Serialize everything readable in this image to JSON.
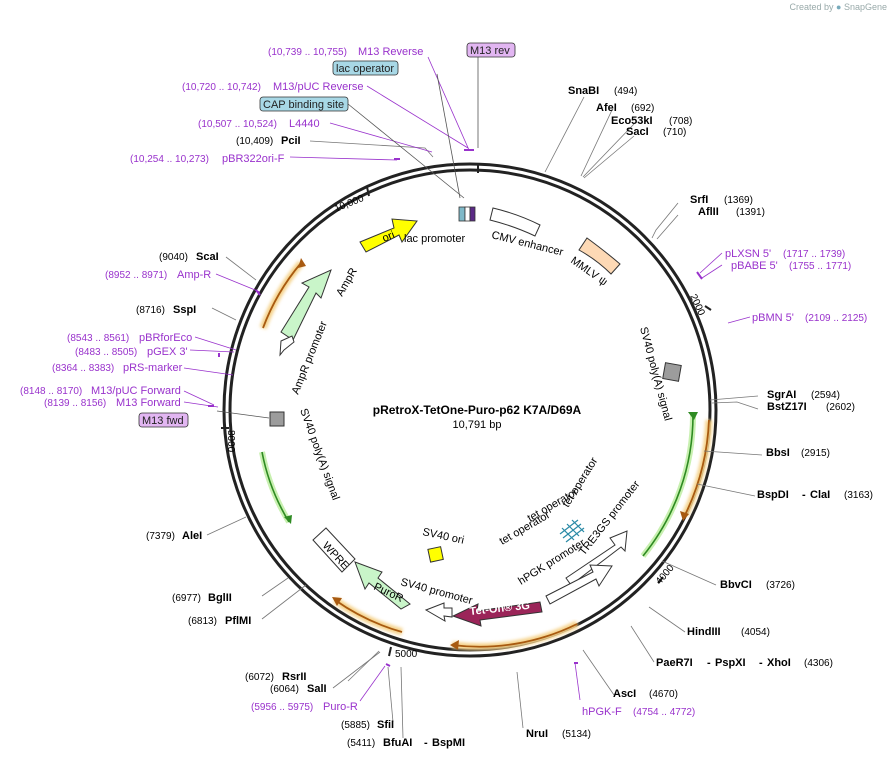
{
  "brand": {
    "created_by": "Created by",
    "app": "SnapGene"
  },
  "plasmid": {
    "name": "pRetroX-TetOne-Puro-p62 K7A/D69A",
    "length": "10,791 bp"
  },
  "ticks": [
    "10,000",
    "2000",
    "4000",
    "5000",
    "8000"
  ],
  "features": {
    "ori": "ori",
    "lac_promoter": "lac promoter",
    "cmv_enhancer": "CMV enhancer",
    "mmlv_psi": "MMLV ψ",
    "sv40_polya_right": "SV40 poly(A) signal",
    "tet_operator_1": "tet operator",
    "tet_operator_2": "tet operator",
    "tet_operator_3": "tet operator",
    "tre3gs_promoter": "TRE3GS promoter",
    "hpgk_promoter": "hPGK promoter",
    "tet_on": "Tet-On® 3G",
    "sv40_promoter": "SV40 promoter",
    "puror": "PuroR",
    "sv40_ori": "SV40 ori",
    "wpre": "WPRE",
    "sv40_polya_left": "SV40 poly(A) signal",
    "ampr": "AmpR",
    "ampr_promoter": "AmpR promoter"
  },
  "boxed_labels": {
    "m13_rev": "M13 rev",
    "lac_operator": "lac operator",
    "cap_site": "CAP binding site",
    "m13_fwd": "M13 fwd"
  },
  "enzymes": [
    {
      "name": "SnaBI",
      "pos": "(494)"
    },
    {
      "name": "AfeI",
      "pos": "(692)"
    },
    {
      "name": "Eco53kI",
      "pos": "(708)"
    },
    {
      "name": "SacI",
      "pos": "(710)"
    },
    {
      "name": "SrfI",
      "pos": "(1369)"
    },
    {
      "name": "AflII",
      "pos": "(1391)"
    },
    {
      "name": "SgrAI",
      "pos": "(2594)"
    },
    {
      "name": "BstZ17I",
      "pos": "(2602)"
    },
    {
      "name": "BbsI",
      "pos": "(2915)"
    },
    {
      "name": "BspDI",
      "pos": "(3163)"
    },
    {
      "name": "ClaI",
      "pos": ""
    },
    {
      "name": "BbvCI",
      "pos": "(3726)"
    },
    {
      "name": "HindIII",
      "pos": "(4054)"
    },
    {
      "name": "PaeR7I",
      "pos": "(4306)"
    },
    {
      "name": "PspXI",
      "pos": ""
    },
    {
      "name": "XhoI",
      "pos": ""
    },
    {
      "name": "AscI",
      "pos": "(4670)"
    },
    {
      "name": "NruI",
      "pos": "(5134)"
    },
    {
      "name": "BfuAI",
      "pos": "(5411)"
    },
    {
      "name": "BspMI",
      "pos": ""
    },
    {
      "name": "SfiI",
      "pos": "(5885)"
    },
    {
      "name": "SalI",
      "pos": "(6064)"
    },
    {
      "name": "RsrII",
      "pos": "(6072)"
    },
    {
      "name": "PflMI",
      "pos": "(6813)"
    },
    {
      "name": "BglII",
      "pos": "(6977)"
    },
    {
      "name": "AleI",
      "pos": "(7379)"
    },
    {
      "name": "SspI",
      "pos": "(8716)"
    },
    {
      "name": "ScaI",
      "pos": "(9040)"
    },
    {
      "name": "PciI",
      "pos": "(10,409)"
    }
  ],
  "primers": [
    {
      "name": "M13 Reverse",
      "pos": "(10,739 .. 10,755)"
    },
    {
      "name": "M13/pUC Reverse",
      "pos": "(10,720 .. 10,742)"
    },
    {
      "name": "L4440",
      "pos": "(10,507 .. 10,524)"
    },
    {
      "name": "pBR322ori-F",
      "pos": "(10,254 .. 10,273)"
    },
    {
      "name": "pLXSN 5'",
      "pos": "(1717 .. 1739)"
    },
    {
      "name": "pBABE 5'",
      "pos": "(1755 .. 1771)"
    },
    {
      "name": "pBMN 5'",
      "pos": "(2109 .. 2125)"
    },
    {
      "name": "hPGK-F",
      "pos": "(4754 .. 4772)"
    },
    {
      "name": "Puro-R",
      "pos": "(5956 .. 5975)"
    },
    {
      "name": "M13 Forward",
      "pos": "(8139 .. 8156)"
    },
    {
      "name": "M13/pUC Forward",
      "pos": "(8148 .. 8170)"
    },
    {
      "name": "pRS-marker",
      "pos": "(8364 .. 8383)"
    },
    {
      "name": "pGEX 3'",
      "pos": "(8483 .. 8505)"
    },
    {
      "name": "pBRforEco",
      "pos": "(8543 .. 8561)"
    },
    {
      "name": "Amp-R",
      "pos": "(8952 .. 8971)"
    }
  ]
}
